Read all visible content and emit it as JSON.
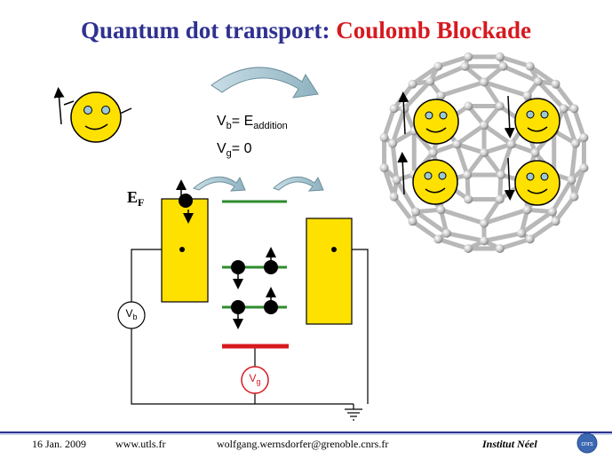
{
  "slide": {
    "title_part1": "Quantum dot transport:",
    "title_part2": "Coulomb Blockade",
    "title_color_1": "#2f3191",
    "title_color_2": "#d71920"
  },
  "equations": {
    "vb_main": "V",
    "vb_sub": "b",
    "vb_eq": "= E",
    "vb_rhs_sub": "addition",
    "vg_main": "V",
    "vg_sub": "g",
    "vg_eq": "= 0"
  },
  "labels": {
    "ef_main": "E",
    "ef_sub": "F",
    "vb_circle_main": "V",
    "vb_circle_sub": "b",
    "vg_circle_main": "V",
    "vg_circle_sub": "g"
  },
  "colors": {
    "lead_fill": "#ffe100",
    "level_green": "#2e8b2e",
    "gate_red": "#d71920",
    "smiley": "#ffe100",
    "arrow_fill": "#a9c8d4"
  },
  "icons": {
    "smiley": "smiley-face-icon",
    "fullerene": "c60-fullerene-icon",
    "ground": "ground-symbol-icon",
    "logo": "cnrs-logo-icon"
  },
  "footer": {
    "date": "16 Jan. 2009",
    "url": "www.utls.fr",
    "email": "wolfgang.wernsdorfer@grenoble.cnrs.fr",
    "institute": "Institut Néel"
  }
}
